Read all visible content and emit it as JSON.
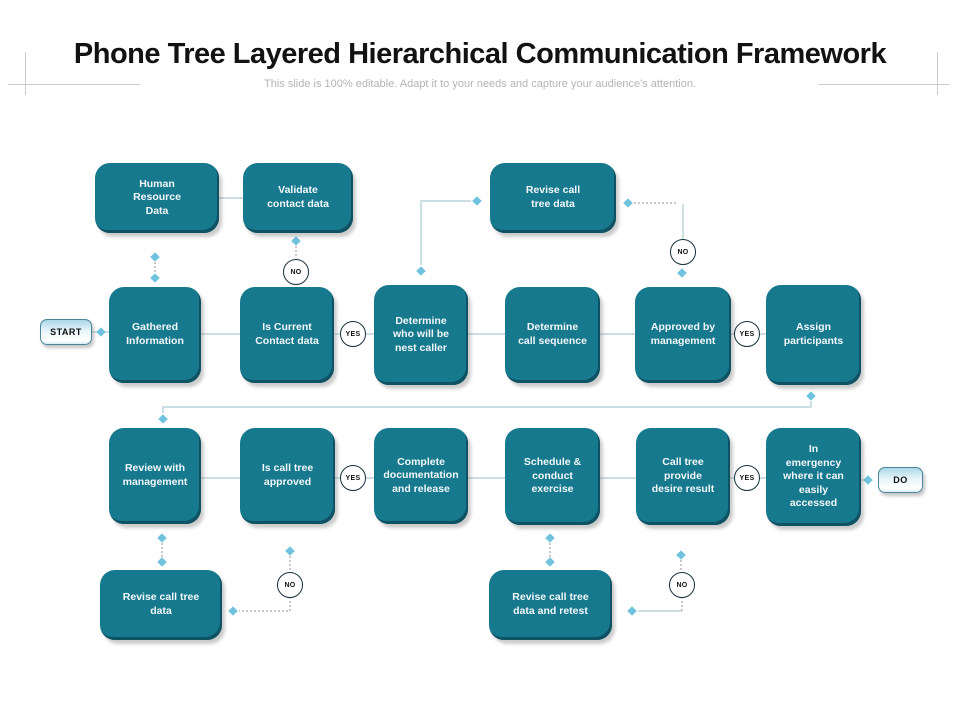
{
  "slide": {
    "title": "Phone Tree Layered Hierarchical Communication Framework",
    "subtitle": "This slide is 100% editable. Adapt it to your needs and capture your audience's attention."
  },
  "labels": {
    "start": "START",
    "do": "DO",
    "yes": "YES",
    "no": "NO"
  },
  "nodes": {
    "human_resource_data": "Human\nResource\nData",
    "validate_contact_data": "Validate\ncontact data",
    "revise_call_tree_data_top": "Revise call\ntree data",
    "gathered_information": "Gathered\nInformation",
    "is_current_contact_data": "Is Current\nContact data",
    "determine_who_will_be_nest_caller": "Determine\nwho will be\nnest caller",
    "determine_call_sequence": "Determine\ncall sequence",
    "approved_by_management": "Approved by\nmanagement",
    "assign_participants": "Assign\nparticipants",
    "review_with_management": "Review with\nmanagement",
    "is_call_tree_approved": "Is call tree\napproved",
    "complete_documentation_and_release": "Complete\ndocumentation\nand release",
    "schedule_conduct_exercise": "Schedule &\nconduct\nexercise",
    "call_tree_provide_desire_result": "Call tree\nprovide\ndesire result",
    "in_emergency_easily_accessed": "In\nemergency\nwhere it can\neasily\naccessed",
    "revise_call_tree_data_bottom": "Revise call tree\ndata",
    "revise_call_tree_data_and_retest": "Revise call tree\ndata and retest"
  },
  "colors": {
    "node_fill": "#17798e",
    "node_edge": "#0f5263",
    "diamond": "#6fc3df",
    "connector_solid": "#aec9d4",
    "connector_dotted": "#8f9496",
    "badge_border": "#4c859a",
    "circle_border": "#16323e",
    "title_text": "#121212",
    "subtitle_text": "#b4b4b4"
  }
}
